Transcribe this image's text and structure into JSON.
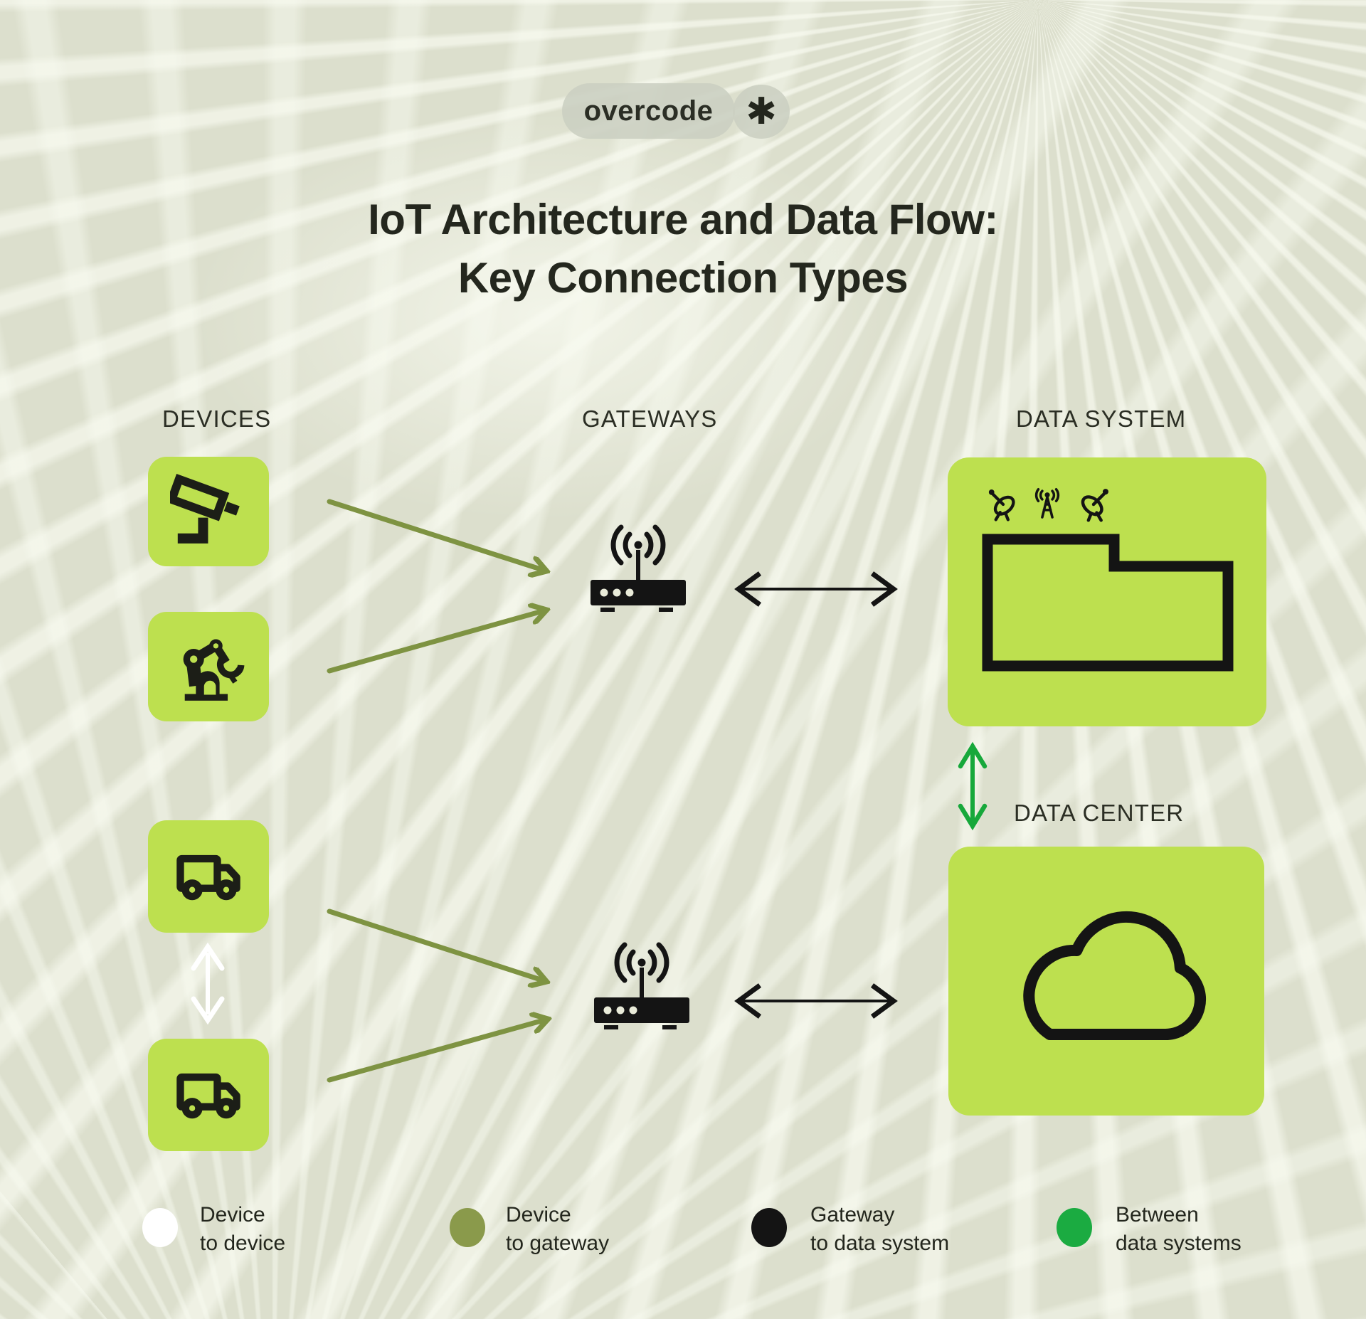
{
  "logo": {
    "text": "overcode",
    "asterisk": "✱"
  },
  "title": {
    "line1": "IoT Architecture and Data Flow:",
    "line2": "Key Connection Types"
  },
  "columns": {
    "devices": "DEVICES",
    "gateways": "GATEWAYS",
    "data_system": "DATA SYSTEM",
    "data_center": "DATA CENTER"
  },
  "legend": {
    "device_to_device": {
      "line1": "Device",
      "line2": "to device",
      "color": "#ffffff"
    },
    "device_to_gateway": {
      "line1": "Device",
      "line2": "to gateway",
      "color": "#8a9a4b"
    },
    "gateway_to_data_system": {
      "line1": "Gateway",
      "line2": "to data system",
      "color": "#141414"
    },
    "between_data_systems": {
      "line1": "Between",
      "line2": "data systems",
      "color": "#1bab41"
    }
  },
  "colors": {
    "background": "#dcdfcd",
    "panel_green": "#bde04f",
    "icon_black": "#1c1e17",
    "text_dark": "#24271e",
    "arrow_device_to_device": "#ffffff",
    "arrow_device_to_gateway": "#7e9342",
    "arrow_gateway_to_data_system": "#141414",
    "arrow_between_data_systems": "#17a83b",
    "logo_pill": "#cbcfc1"
  }
}
